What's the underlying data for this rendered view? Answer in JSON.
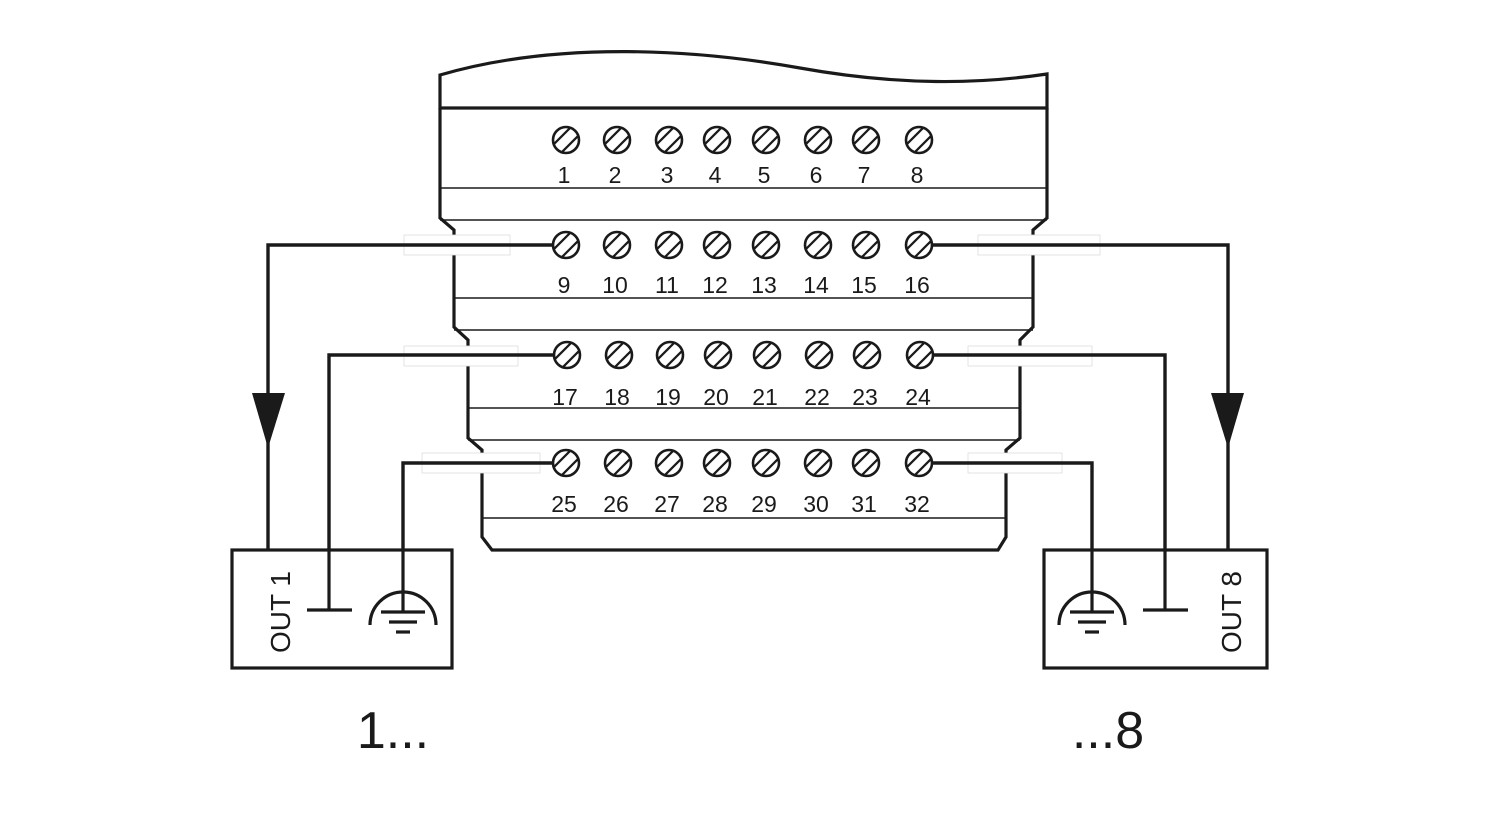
{
  "terminals": {
    "row1": [
      "1",
      "2",
      "3",
      "4",
      "5",
      "6",
      "7",
      "8"
    ],
    "row2": [
      "9",
      "10",
      "11",
      "12",
      "13",
      "14",
      "15",
      "16"
    ],
    "row3": [
      "17",
      "18",
      "19",
      "20",
      "21",
      "22",
      "23",
      "24"
    ],
    "row4": [
      "25",
      "26",
      "27",
      "28",
      "29",
      "30",
      "31",
      "32"
    ]
  },
  "left_output": {
    "label": "OUT 1",
    "range": "1..."
  },
  "right_output": {
    "label": "OUT 8",
    "range": "...8"
  },
  "icons": [
    "screw-terminal-icon",
    "ground-icon",
    "earth-ground-icon",
    "arrow-down-icon"
  ]
}
